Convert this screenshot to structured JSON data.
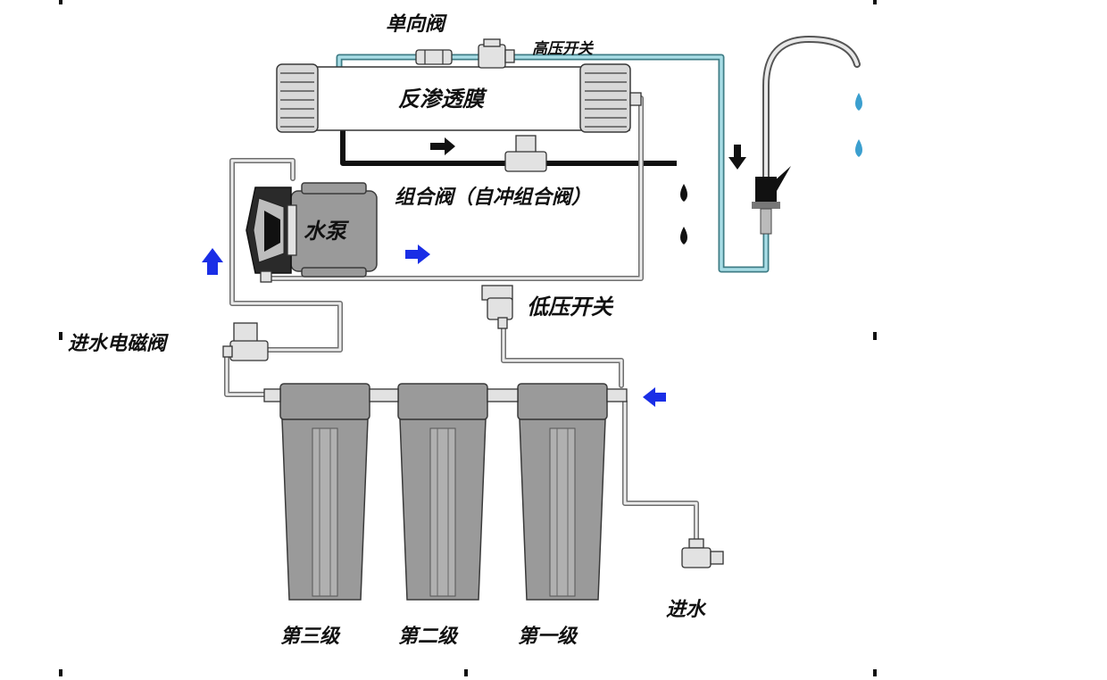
{
  "labels": {
    "check_valve": "单向阀",
    "high_pressure_switch": "高压开关",
    "ro_membrane": "反渗透膜",
    "combo_valve": "组合阀（自冲组合阀）",
    "pump": "水泵",
    "low_pressure_switch": "低压开关",
    "inlet_solenoid": "进水电磁阀",
    "stage_3": "第三级",
    "stage_2": "第二级",
    "stage_1": "第一级",
    "water_inlet": "进水"
  },
  "colors": {
    "flow_arrow": "#1a2ee6",
    "pure_water_pipe": "#a8dde6",
    "pipe": "#6e6e6e",
    "housing": "#9a9a9a",
    "water_drop": "#3b9fcf"
  },
  "icons": {
    "flow_arrow": "arrow-icon",
    "drop": "water-drop-icon",
    "faucet": "faucet-icon"
  }
}
